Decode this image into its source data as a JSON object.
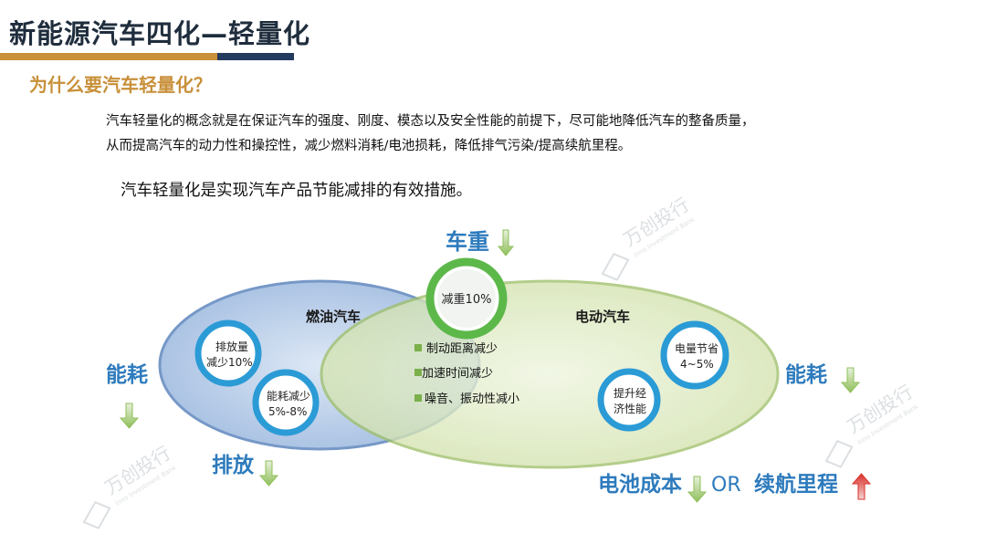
{
  "header": {
    "title": "新能源汽车四化—轻量化",
    "subtitle": "为什么要汽车轻量化？"
  },
  "intro": {
    "line1": "汽车轻量化的概念就是在保证汽车的强度、刚度、模态以及安全性能的前提下，尽可能地降低汽车的整备质量，",
    "line2": "从而提高汽车的动力性和操控性，减少燃料消耗/电池损耗，降低排气污染/提高续航里程。",
    "statement": "汽车轻量化是实现汽车产品节能减排的有效措施。"
  },
  "diagram": {
    "top_label": "车重",
    "center_circle": "减重10%",
    "left_ellipse_title": "燃油汽车",
    "right_ellipse_title": "电动汽车",
    "left_bubbles": [
      {
        "line1": "排放量",
        "line2": "减少10%"
      },
      {
        "line1": "能耗减少",
        "line2": "5%-8%"
      }
    ],
    "right_bubbles": [
      {
        "line1": "电量节省",
        "line2": "4~5%"
      },
      {
        "line1": "提升经",
        "line2": "济性能"
      }
    ],
    "overlap_items": [
      "制动距离减少",
      "加速时间减少",
      "噪音、振动性减小"
    ],
    "left_labels": [
      "能耗",
      "排放"
    ],
    "right_labels": [
      "能耗"
    ],
    "bottom_left": "电池成本",
    "bottom_or": "OR",
    "bottom_right": "续航里程",
    "colors": {
      "left_ellipse": "#a9c3e6",
      "right_ellipse": "#d3e4b0",
      "green_ring": "#5db84a",
      "blue_ring": "#2b9bd6",
      "label_blue": "#2e7bbd",
      "arrow_down": "#8fbf5a",
      "arrow_up": "#d9302b"
    }
  },
  "watermarks": [
    {
      "cn": "万创投行",
      "en": "Inno Investment Bank"
    },
    {
      "cn": "万创投行",
      "en": "Inno Investment Bank"
    },
    {
      "cn": "万创投行",
      "en": "Inno Investment Bank"
    }
  ]
}
